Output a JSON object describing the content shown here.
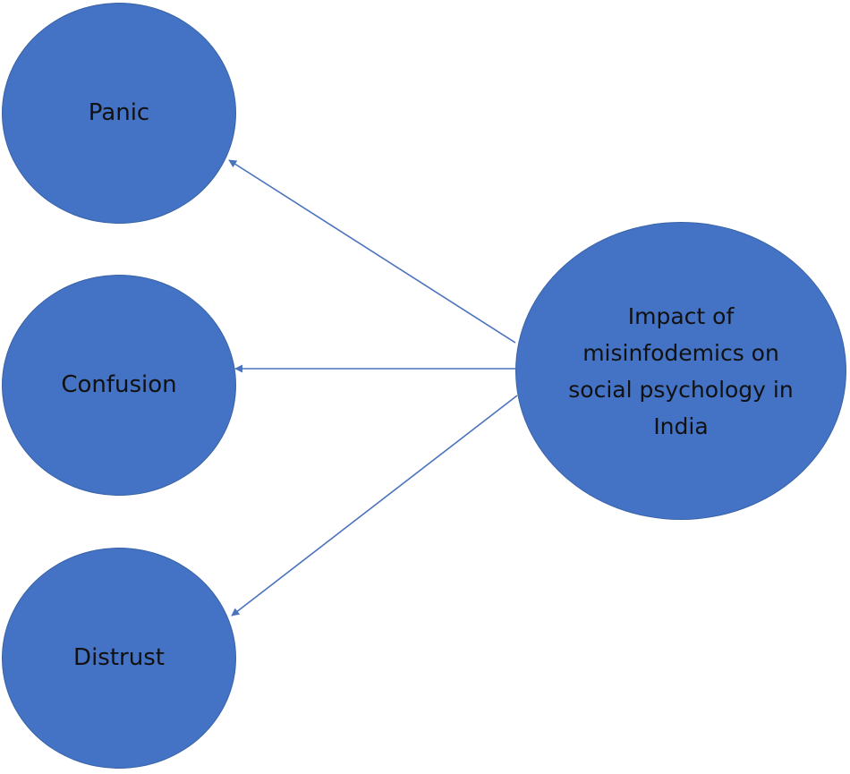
{
  "colors": {
    "node_fill": "#4472c4",
    "edge": "#4a72bf",
    "text": "#111111"
  },
  "center": {
    "label_lines": [
      "Impact of",
      "misinfodemics on",
      "social psychology in",
      "India"
    ]
  },
  "outcomes": [
    {
      "label": "Panic"
    },
    {
      "label": "Confusion"
    },
    {
      "label": "Distrust"
    }
  ]
}
